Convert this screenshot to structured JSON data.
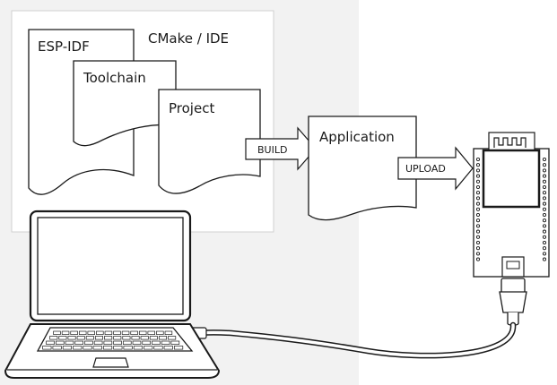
{
  "diagram": {
    "frame_label": "CMake / IDE",
    "docs": {
      "esp_idf": "ESP-IDF",
      "toolchain": "Toolchain",
      "project": "Project",
      "application": "Application"
    },
    "arrows": {
      "build": "BUILD",
      "upload": "UPLOAD"
    }
  },
  "colors": {
    "panel_bg": "#f2f2f2",
    "frame_bg": "#ffffff",
    "line": "#1a1a1a"
  },
  "icons": {
    "laptop": "laptop-icon",
    "board": "dev-board-icon",
    "cable": "usb-cable-icon"
  }
}
